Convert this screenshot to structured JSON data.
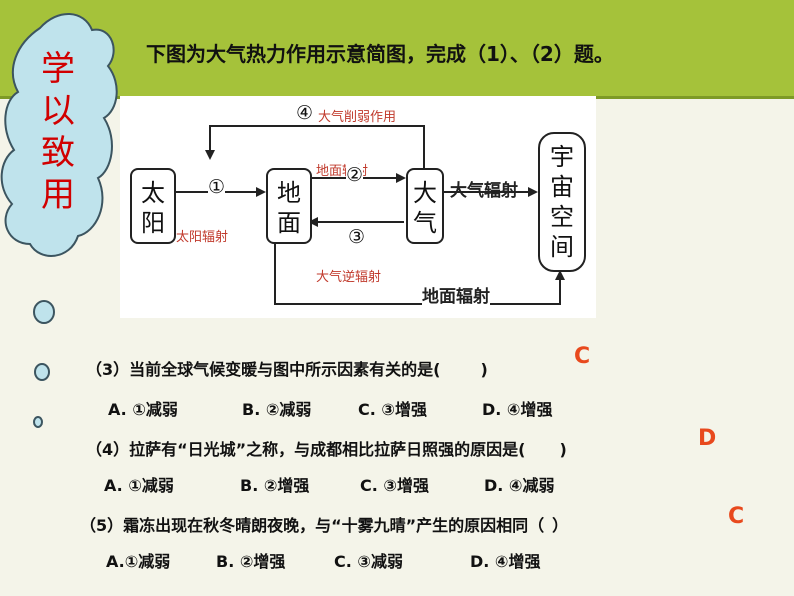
{
  "cloud": {
    "chars": [
      "学",
      "以",
      "致",
      "用"
    ]
  },
  "title": "下图为大气热力作用示意简图，完成（1）、（2）题。",
  "diagram": {
    "boxes": {
      "sun": "太阳",
      "ground": "地面",
      "atmosphere": "大气",
      "space": "宇宙空间"
    },
    "labels": {
      "solar_radiation": "太阳辐射",
      "weakening": "大气削弱作用",
      "ground_radiation_top": "地面辐射",
      "atmos_radiation": "大气辐射",
      "counter_radiation": "大气逆辐射",
      "ground_radiation_bottom": "地面辐射"
    },
    "numbers": {
      "n1": "①",
      "n2": "②",
      "n3": "③",
      "n4": "④"
    }
  },
  "questions": [
    {
      "stem": "（3）当前全球气候变暖与图中所示因素有关的是(",
      "close": ")",
      "answer": "C",
      "options": [
        "A. ①减弱",
        "B. ②减弱",
        "C. ③增强",
        "D. ④增强"
      ]
    },
    {
      "stem": "（4）拉萨有“日光城”之称，与成都相比拉萨日照强的原因是(",
      "close": ")",
      "answer": "D",
      "options": [
        "A. ①减弱",
        "B. ②增强",
        "C. ③增强",
        "D. ④减弱"
      ]
    },
    {
      "stem": "（5）霜冻出现在秋冬晴朗夜晚，与“十雾九晴”产生的原因相同（",
      "close": "）",
      "answer": "C",
      "options": [
        "A.①减弱",
        "B. ②增强",
        "C. ③减弱",
        "D. ④增强"
      ]
    }
  ],
  "colors": {
    "band": "#a5c23a",
    "cloud": "#bfe3ec",
    "accent_red": "#d10000",
    "answer": "#e8491d",
    "label_red": "#c0392b"
  }
}
